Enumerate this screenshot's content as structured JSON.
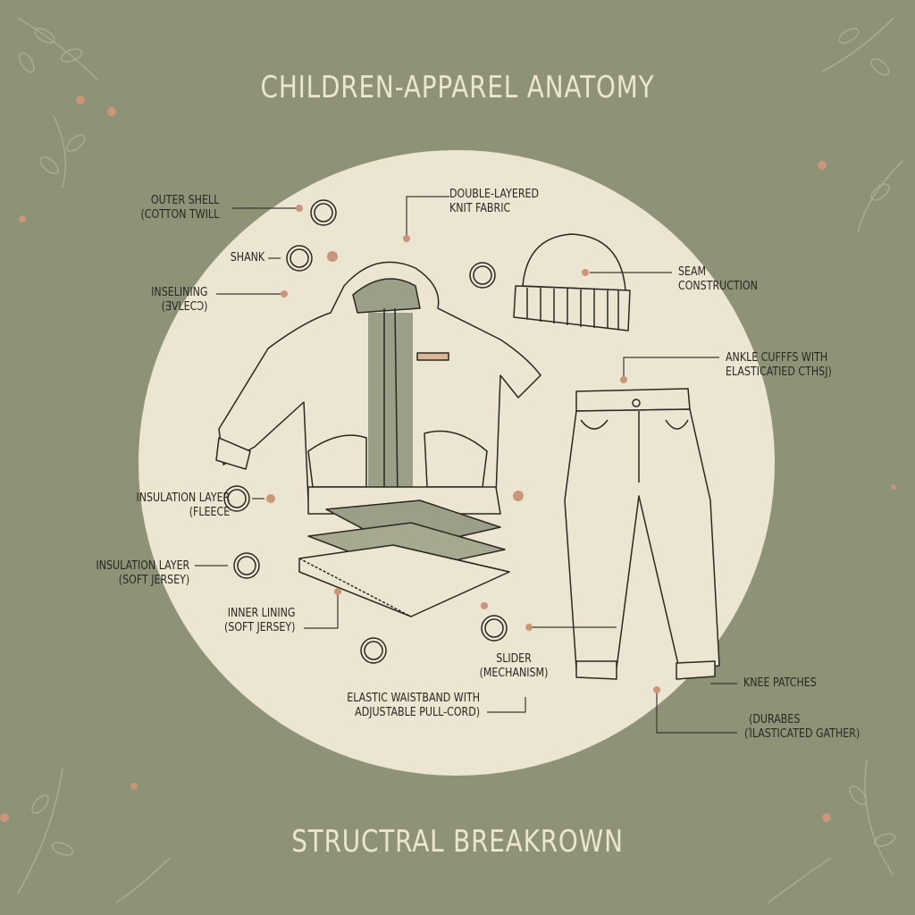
{
  "title": "CHILDREN-APPAREL ANATOMY",
  "subtitle": "STRUCTRAL BREAKROWN",
  "colors": {
    "background": "#8e9378",
    "circle": "#ece5d1",
    "accent_dot": "#c9967a",
    "ink": "#2a2822",
    "title": "#ece6cf"
  },
  "labels": {
    "outer_shell": [
      "OUTER SHELL",
      "(COTTON TWILL"
    ],
    "shank": "SHANK",
    "inselining": [
      "INSELINING",
      "(ƎVLECↃ)"
    ],
    "double_layered": [
      "DOUBLE-LAYERED",
      "KNIT FABRIC"
    ],
    "seam": [
      "SEAM",
      "CONSTRUCTION"
    ],
    "ankle_cuffs": [
      "ANKLE CUFFFS WITH",
      "ELASTICATIED CTHSJ)"
    ],
    "insulation_fleece": [
      "INSULATION LAYER",
      "(FLEECE"
    ],
    "insulation_jersey": [
      "INSULATION LAYER",
      "(SOFT JERSEY)"
    ],
    "inner_lining": [
      "INNER LINING",
      "(SOFT JERSEY)"
    ],
    "slider": [
      "SLIDER",
      "(MECHANISM)"
    ],
    "waistband": [
      "ELASTIC WAISTBAND WITH",
      "ADJUSTABLE PULL-CORD)"
    ],
    "knee_patches": "KNEE PATCHES",
    "durabes": [
      "(DURABES",
      "(ΊLASTICATED GATHER)"
    ]
  },
  "icons": [
    "jacket-illustration",
    "beanie-illustration",
    "pants-illustration",
    "fabric-layers-illustration",
    "button-icon",
    "leaf-branch-icon"
  ]
}
